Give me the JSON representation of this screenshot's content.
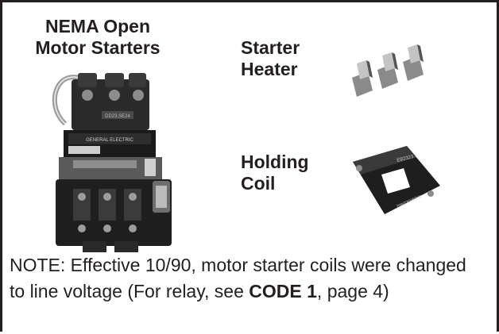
{
  "nema_title": {
    "line1": "NEMA Open",
    "line2": "Motor Starters"
  },
  "starter_heater_title": {
    "line1": "Starter",
    "line2": "Heater"
  },
  "holding_coil_title": {
    "line1": "Holding",
    "line2": "Coil"
  },
  "starter_nameplate": {
    "code": "DD23,SE24",
    "brand": "GENERAL ELECTRIC"
  },
  "coil_label": {
    "code": "EB2323 2",
    "rating": "208/230V60Hz"
  },
  "note": {
    "prefix": "NOTE: Effective 10/90, motor starter coils were changed to line voltage (For relay, see ",
    "code": "CODE 1",
    "suffix": ", page 4)"
  },
  "colors": {
    "border": "#231f20",
    "text": "#231f20",
    "background": "#ffffff"
  }
}
